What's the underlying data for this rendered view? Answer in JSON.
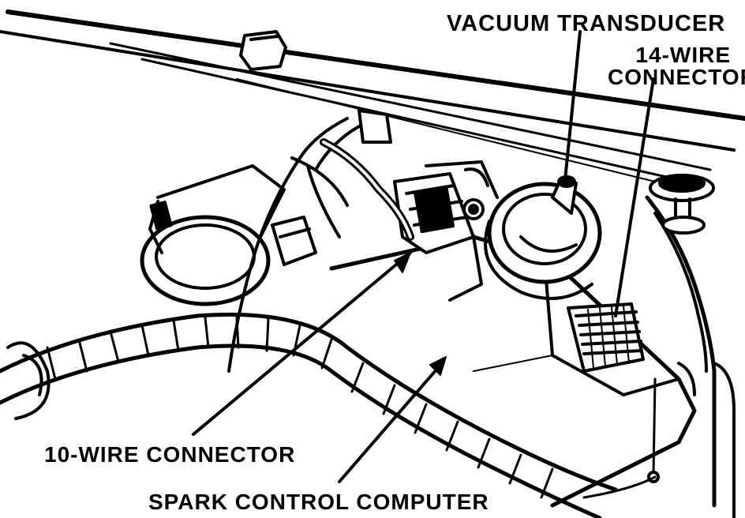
{
  "labels": {
    "vacuum_transducer": "VACUUM TRANSDUCER",
    "wire14_line1": "14-WIRE",
    "wire14_line2": "CONNECTOR",
    "wire10": "10-WIRE CONNECTOR",
    "spark_computer": "SPARK CONTROL COMPUTER"
  }
}
